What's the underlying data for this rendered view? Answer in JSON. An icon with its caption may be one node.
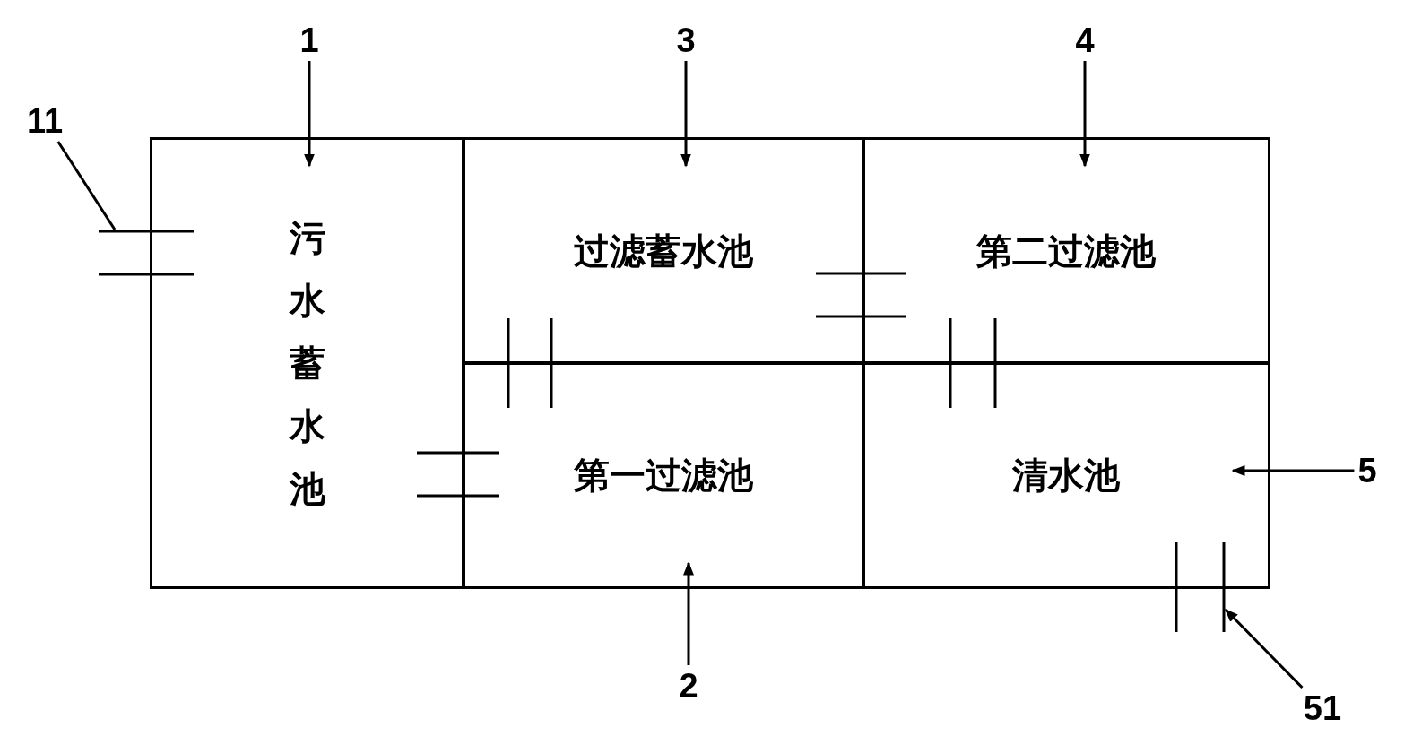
{
  "diagram": {
    "nodes": [
      {
        "text": [
          "污水蓄水池"
        ]
      },
      {
        "text": [
          "过滤蓄水池"
        ]
      },
      {
        "text": [
          "第一过滤池"
        ]
      },
      {
        "text": [
          "第二过滤池"
        ]
      },
      {
        "text": [
          "清水池"
        ]
      },
      {
        "text": [],
        "shape": "pipe"
      },
      {
        "text": [],
        "shape": "pipe"
      },
      {
        "text": [],
        "shape": "pipe"
      },
      {
        "text": [],
        "shape": "pipe"
      },
      {
        "text": [],
        "shape": "pipe"
      },
      {
        "text": [],
        "shape": "pipe"
      },
      {
        "text": [
          "1"
        ]
      },
      {
        "text": [
          "3"
        ]
      },
      {
        "text": [
          "4"
        ]
      },
      {
        "text": [
          "11"
        ]
      },
      {
        "text": [
          "5"
        ]
      },
      {
        "text": [
          "2"
        ]
      },
      {
        "text": [
          "51"
        ]
      }
    ],
    "edges": [
      {
        "from": 11,
        "to": 0,
        "arrow": "to"
      },
      {
        "from": 12,
        "to": 1,
        "arrow": "to"
      },
      {
        "from": 13,
        "to": 3,
        "arrow": "to"
      },
      {
        "from": 14,
        "to": 5,
        "arrow": "none"
      },
      {
        "from": 15,
        "to": 4,
        "arrow": "to"
      },
      {
        "from": 16,
        "to": 2,
        "arrow": "to"
      },
      {
        "from": 17,
        "to": 10,
        "arrow": "to"
      }
    ]
  }
}
